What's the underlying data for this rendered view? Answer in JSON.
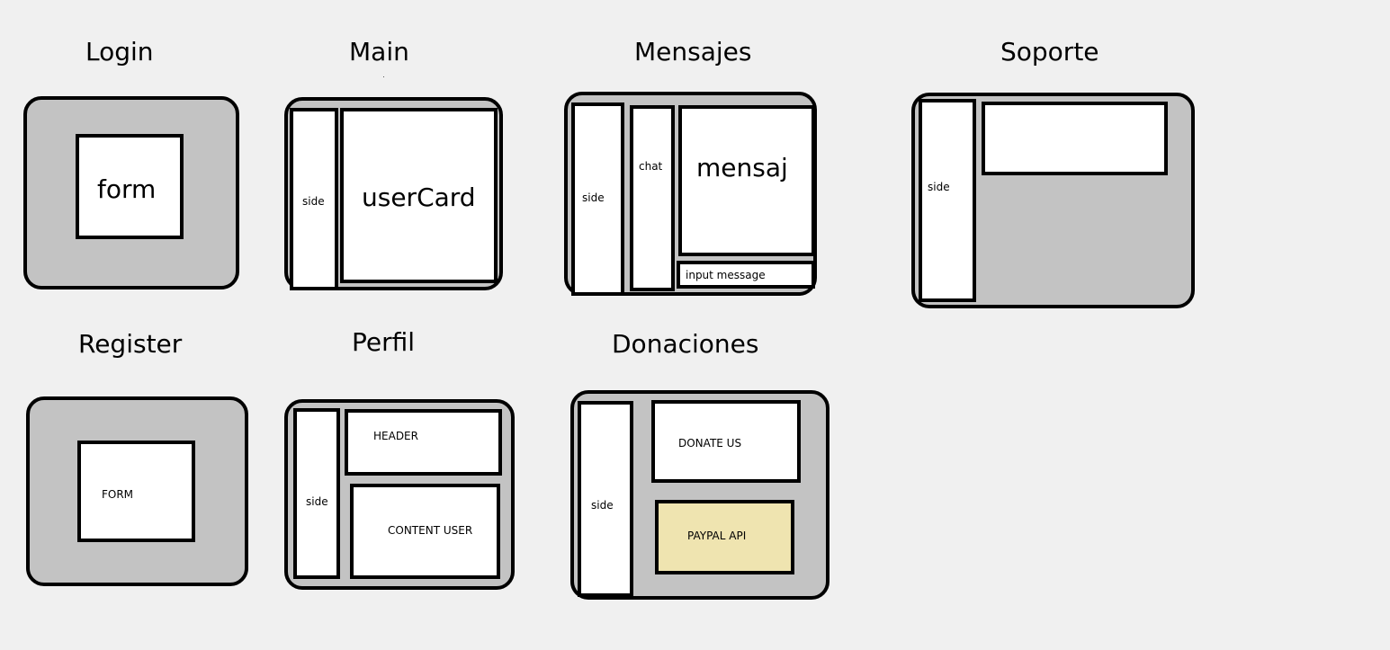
{
  "titles": {
    "login": "Login",
    "main": "Main",
    "mensajes": "Mensajes",
    "soporte": "Soporte",
    "register": "Register",
    "perfil": "Perfil",
    "donaciones": "Donaciones"
  },
  "login": {
    "form": "form"
  },
  "main": {
    "side": "side",
    "usercard": "userCard"
  },
  "mensajes": {
    "side": "side",
    "chat": "chat",
    "mensaj": "mensaj",
    "input": "input message"
  },
  "soporte": {
    "side": "side"
  },
  "register": {
    "form": "FORM"
  },
  "perfil": {
    "side": "side",
    "header": "HEADER",
    "content": "CONTENT USER"
  },
  "donaciones": {
    "side": "side",
    "donate": "DONATE US",
    "paypal": "PAYPAL API"
  },
  "colors": {
    "background": "#f0f0f0",
    "frame": "#c3c3c3",
    "box": "#ffffff",
    "paypal": "#efe4b0",
    "stroke": "#000000"
  }
}
